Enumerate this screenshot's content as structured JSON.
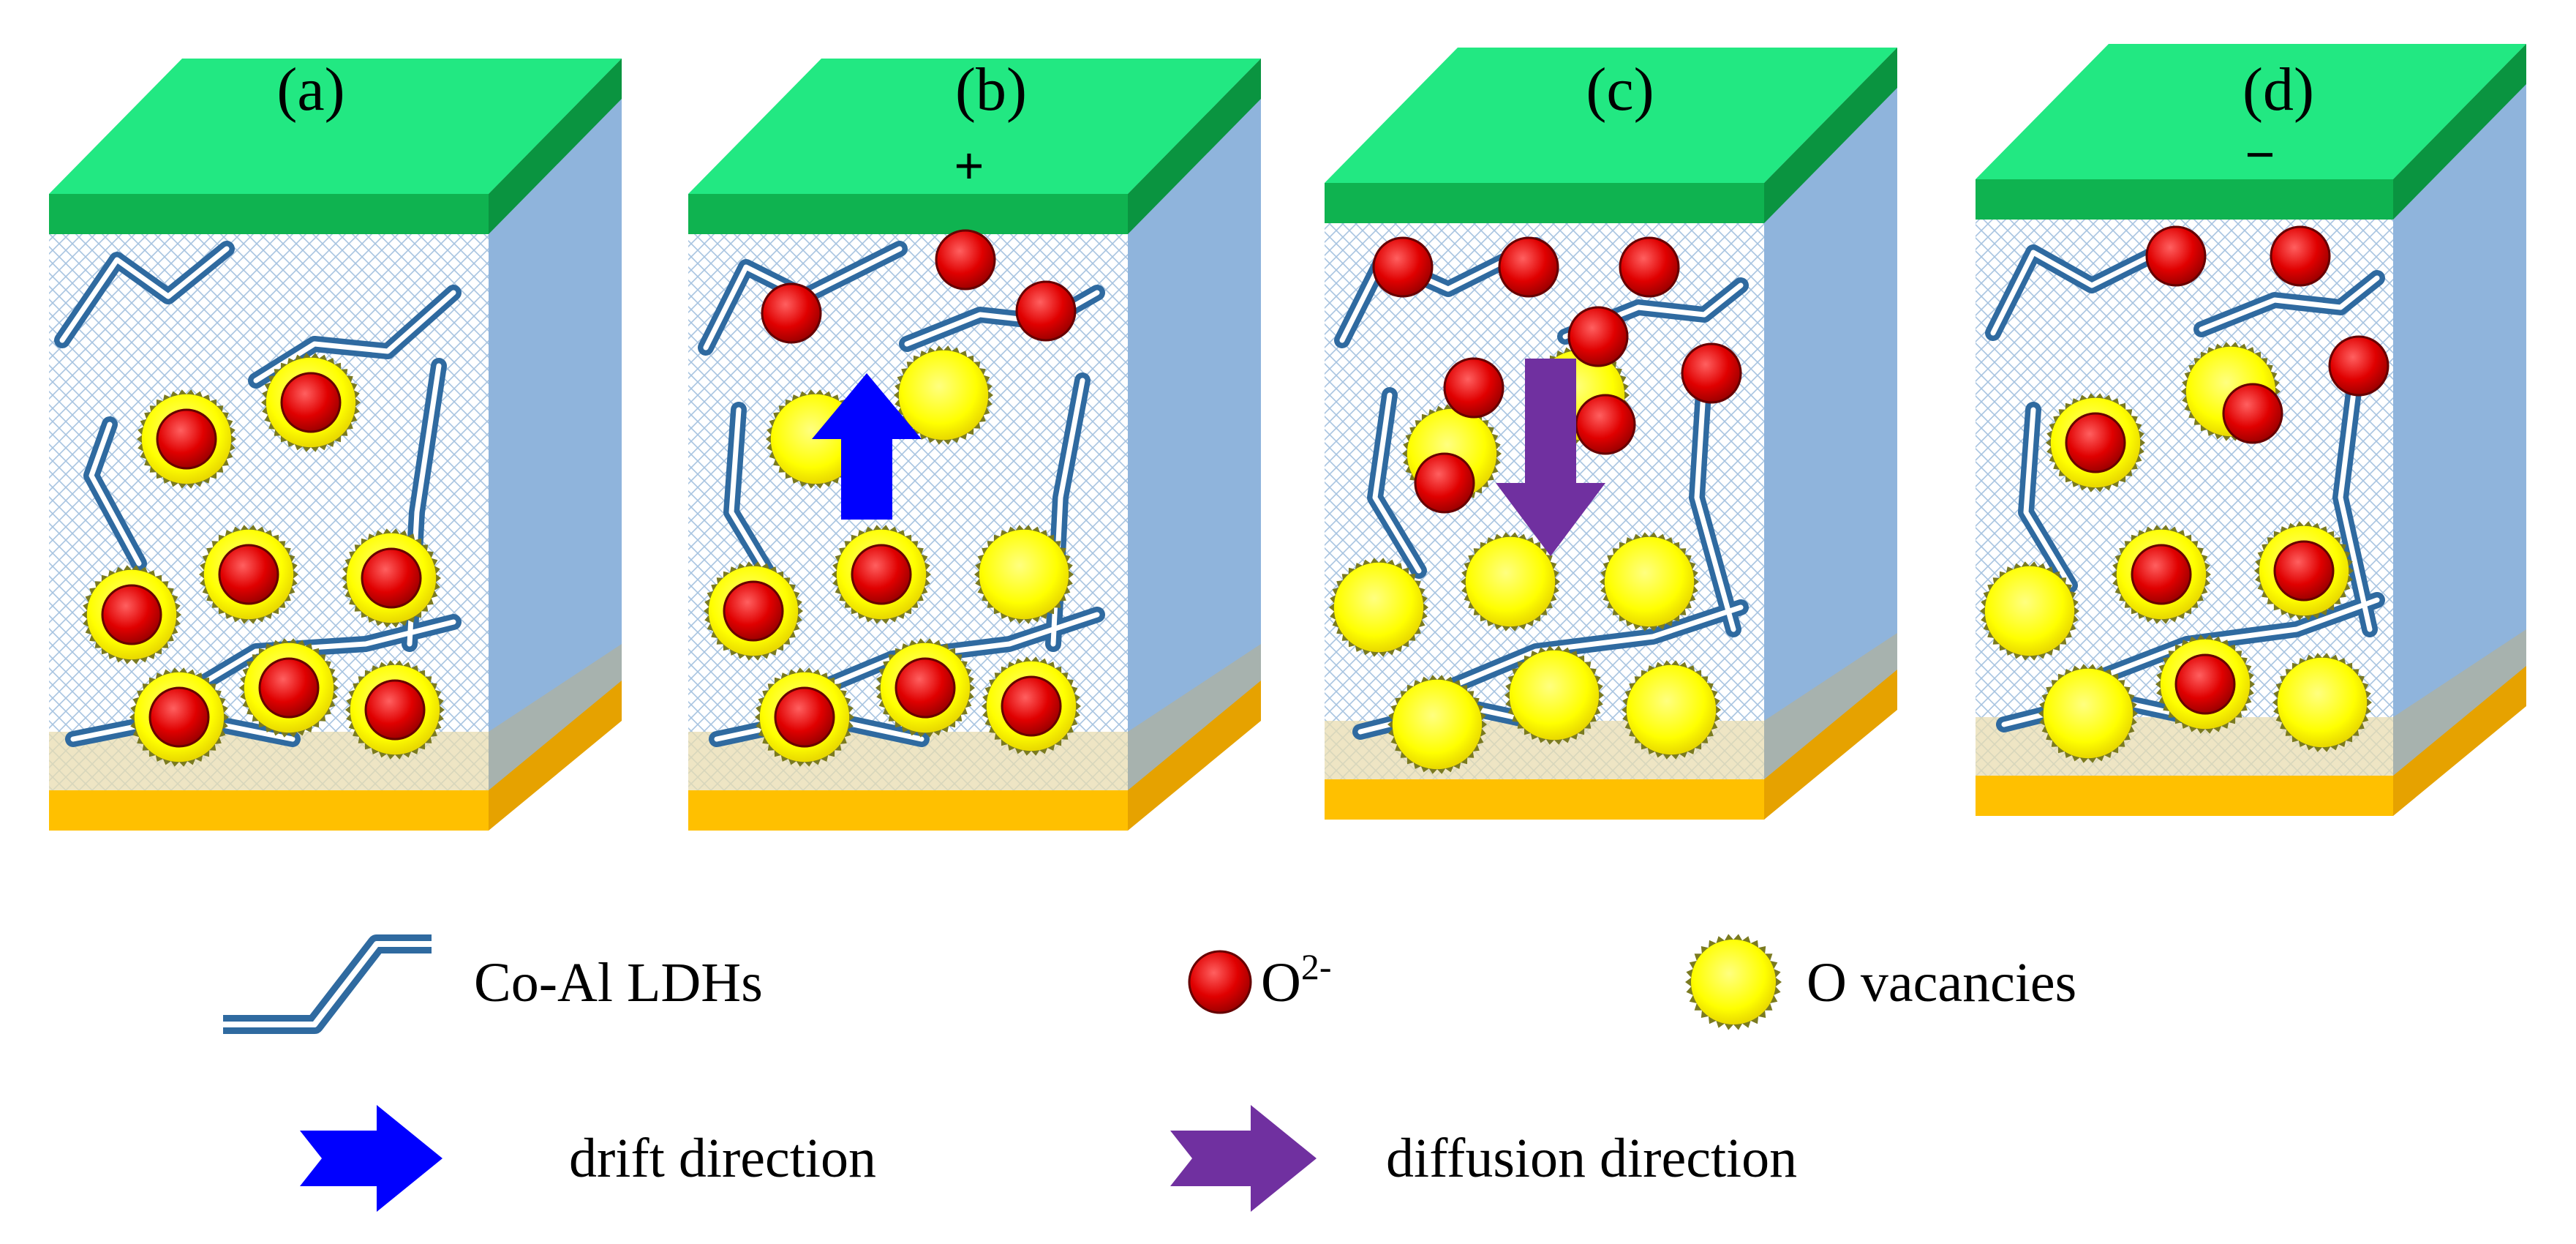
{
  "panels": [
    {
      "label": "(a)",
      "sign": ""
    },
    {
      "label": "(b)",
      "sign": "+"
    },
    {
      "label": "(c)",
      "sign": ""
    },
    {
      "label": "(d)",
      "sign": "−"
    }
  ],
  "legend": {
    "ldh": "Co-Al LDHs",
    "oxygen_ion_base": "O",
    "oxygen_ion_sup": "2-",
    "vacancy": "O vacancies",
    "drift": "drift direction",
    "diffusion": "diffusion direction"
  },
  "colors": {
    "top_electrode": "#22e882",
    "top_electrode_front": "#0fb350",
    "top_electrode_side": "#0a9440",
    "bottom_electrode": "#ffc000",
    "bottom_electrode_side": "#e6a200",
    "side_face": "#8fb4dc",
    "ldh_line": "#2f6aa0",
    "oxygen_ion": "#e00000",
    "vacancy": "#ffff00",
    "drift_arrow": "#0000ff",
    "diffusion_arrow": "#7030a0"
  },
  "icons": [
    "zigzag-ldh-icon",
    "red-ion-icon",
    "yellow-vacancy-icon",
    "blue-arrow-icon",
    "purple-arrow-icon"
  ]
}
